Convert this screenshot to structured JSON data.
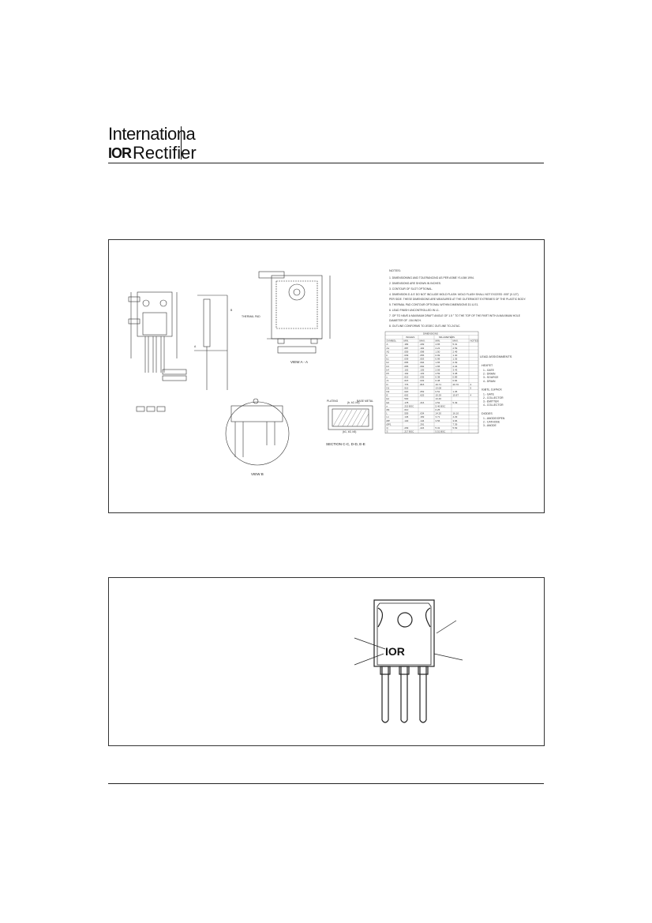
{
  "header": {
    "logo_line1": "Internationa",
    "logo_mark": "IOR",
    "logo_line2": "Rectifier"
  },
  "outline": {
    "notes_title": "NOTES:",
    "notes": [
      "1.  DIMENSIONING AND TOLERANCING AS PER ASME Y14.5M 1994.",
      "2.  DIMENSIONS ARE SHOWN IN INCHES.",
      "3.  CONTOUR OF SLOT OPTIONAL.",
      "4.  DIMENSION D & E DO NOT INCLUDE MOLD FLASH. MOLD FLASH SHALL NOT EXCEED .005\" (0.127)",
      "    PER SIDE. THESE DIMENSIONS ARE MEASURED AT THE OUTERMOST EXTREMES OF THE PLASTIC BODY.",
      "5.  THERMAL PAD CONTOUR OPTIONAL WITHIN DIMENSIONS D1 & E1.",
      "6.  LEAD FINISH UNCONTROLLED IN L1.",
      "7.  OP TO HAVE A MAXIMUM DRAFT ANGLE OF 1.5 ° TO THE TOP OF THE PART WITH A MAXIMUM HOLE",
      "    DIAMETER OF .154 INCH.",
      "8.  OUTLINE CONFORMS TO JEDEC OUTLINE TO-247AC."
    ],
    "view_labels": {
      "view_aa": "VIEW A - A",
      "view_b": "VIEW B",
      "section": "SECTION C-C, D-D, E-E",
      "thermal_pad": "THERMAL PAD",
      "plating": "PLATING",
      "base_metal": "BASE METAL",
      "lead_dims": "(b, b2, b4)",
      "lead_dims2": "(b1, b3, b5)",
      "datum_a": "A",
      "datum_b": "B"
    },
    "table": {
      "group_headers": [
        "DIMENSIONS"
      ],
      "sub_headers": [
        "INCHES",
        "MILLIMETERS"
      ],
      "columns": [
        "SYMBOL",
        "MIN.",
        "MAX.",
        "MIN.",
        "MAX.",
        "NOTES"
      ],
      "rows": [
        [
          "A",
          ".183",
          ".209",
          "4.65",
          "5.31",
          ""
        ],
        [
          "A1",
          ".087",
          ".102",
          "2.21",
          "2.59",
          ""
        ],
        [
          "A2",
          ".059",
          ".098",
          "1.50",
          "2.49",
          ""
        ],
        [
          "b",
          ".039",
          ".055",
          "0.99",
          "1.40",
          ""
        ],
        [
          "b1",
          ".039",
          ".053",
          "0.99",
          "1.35",
          ""
        ],
        [
          "b2",
          ".065",
          ".094",
          "1.65",
          "2.39",
          ""
        ],
        [
          "b3",
          ".065",
          ".092",
          "1.65",
          "2.34",
          ""
        ],
        [
          "b4",
          ".102",
          ".135",
          "2.59",
          "3.43",
          ""
        ],
        [
          "b5",
          ".102",
          ".133",
          "2.59",
          "3.38",
          ""
        ],
        [
          "c",
          ".015",
          ".035",
          "0.38",
          "0.89",
          ""
        ],
        [
          "c1",
          ".015",
          ".033",
          "0.38",
          "0.84",
          ""
        ],
        [
          "D",
          ".776",
          ".815",
          "19.71",
          "20.70",
          "4"
        ],
        [
          "D1",
          ".515",
          "",
          "13.08",
          "",
          "5"
        ],
        [
          "D2",
          ".020",
          ".053",
          "0.51",
          "1.35",
          ""
        ],
        [
          "E",
          ".602",
          ".625",
          "15.29",
          "15.87",
          "4"
        ],
        [
          "E1",
          ".530",
          "",
          "13.46",
          "",
          ""
        ],
        [
          "E2",
          ".178",
          ".216",
          "4.52",
          "5.49",
          ""
        ],
        [
          "e",
          ".215 BSC",
          "",
          "5.46 BSC",
          "",
          ""
        ],
        [
          "Øk",
          ".010",
          "",
          "0.25",
          "",
          ""
        ],
        [
          "L",
          ".559",
          ".634",
          "14.20",
          "16.10",
          ""
        ],
        [
          "L1",
          ".146",
          ".169",
          "3.71",
          "4.29",
          ""
        ],
        [
          "ØP",
          ".140",
          ".144",
          "3.56",
          "3.66",
          ""
        ],
        [
          "ØP1",
          "",
          ".291",
          "",
          "7.39",
          ""
        ],
        [
          "Q",
          ".209",
          ".224",
          "5.31",
          "5.69",
          ""
        ],
        [
          "S",
          ".217 BSC",
          "",
          "5.51 BSC",
          "",
          ""
        ]
      ]
    },
    "lead_assignments": {
      "title": "LEAD ASSIGNMENTS",
      "groups": [
        {
          "name": "HEXFET",
          "items": [
            "1.- GATE",
            "2.- DRAIN",
            "3.- SOURCE",
            "4.- DRAIN"
          ]
        },
        {
          "name": "IGBTs, CoPACK",
          "items": [
            "1.- GATE",
            "2.- COLLECTOR",
            "3.- EMITTER",
            "4.- COLLECTOR"
          ]
        },
        {
          "name": "DIODES",
          "items": [
            "1.- ANODE/OPEN",
            "2.- CATHODE",
            "3.- ANODE"
          ]
        }
      ]
    }
  },
  "part_marking": {
    "logo": "IOR"
  }
}
